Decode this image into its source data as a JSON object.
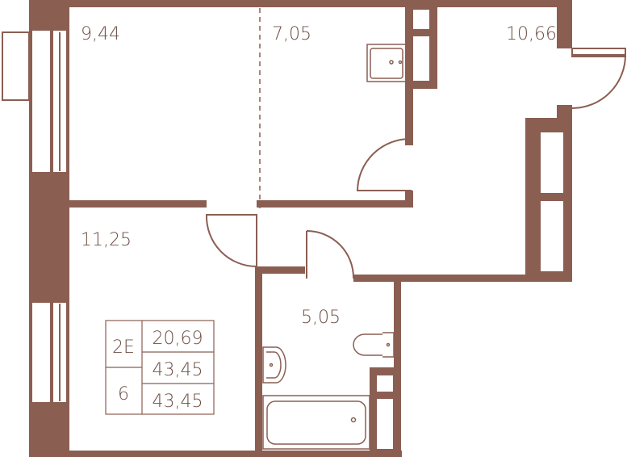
{
  "colors": {
    "wall": "#8b5e52",
    "line": "#8b5e52",
    "fixture": "#8b5e52",
    "text": "#6e5046",
    "background": "#ffffff"
  },
  "rooms": [
    {
      "id": "room-1",
      "area": "9,44"
    },
    {
      "id": "room-2",
      "area": "7,05"
    },
    {
      "id": "hall",
      "area": "10,66"
    },
    {
      "id": "room-3",
      "area": "11,25"
    },
    {
      "id": "bathroom",
      "area": "5,05"
    }
  ],
  "info_table": {
    "type": "2Е",
    "floor": "6",
    "living_area": "20,69",
    "total_area": "43,45",
    "total_area_with_balcony": "43,45"
  }
}
